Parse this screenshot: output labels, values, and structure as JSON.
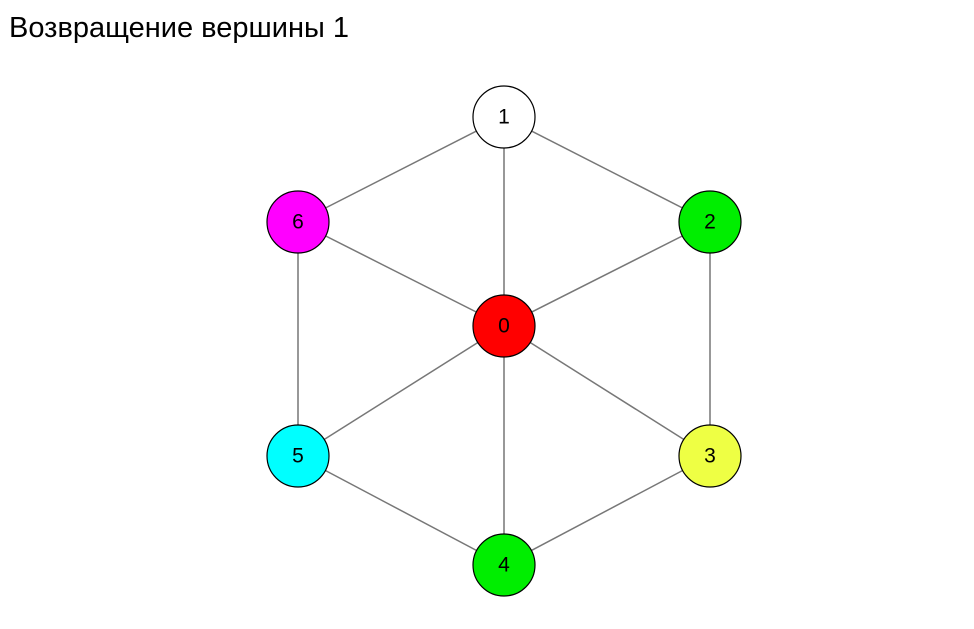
{
  "title": "Возвращение вершины 1",
  "graph": {
    "nodes": [
      {
        "id": "0",
        "label": "0",
        "color": "#ff0000"
      },
      {
        "id": "1",
        "label": "1",
        "color": "#ffffff"
      },
      {
        "id": "2",
        "label": "2",
        "color": "#00ee00"
      },
      {
        "id": "3",
        "label": "3",
        "color": "#eeff44"
      },
      {
        "id": "4",
        "label": "4",
        "color": "#00ee00"
      },
      {
        "id": "5",
        "label": "5",
        "color": "#00ffff"
      },
      {
        "id": "6",
        "label": "6",
        "color": "#ff00ff"
      }
    ],
    "edges": [
      [
        "1",
        "6"
      ],
      [
        "1",
        "0"
      ],
      [
        "1",
        "2"
      ],
      [
        "6",
        "0"
      ],
      [
        "6",
        "5"
      ],
      [
        "2",
        "0"
      ],
      [
        "2",
        "3"
      ],
      [
        "0",
        "5"
      ],
      [
        "0",
        "4"
      ],
      [
        "0",
        "3"
      ],
      [
        "5",
        "4"
      ],
      [
        "4",
        "3"
      ]
    ],
    "edge_color": "#777777",
    "node_border_color": "#000000"
  }
}
